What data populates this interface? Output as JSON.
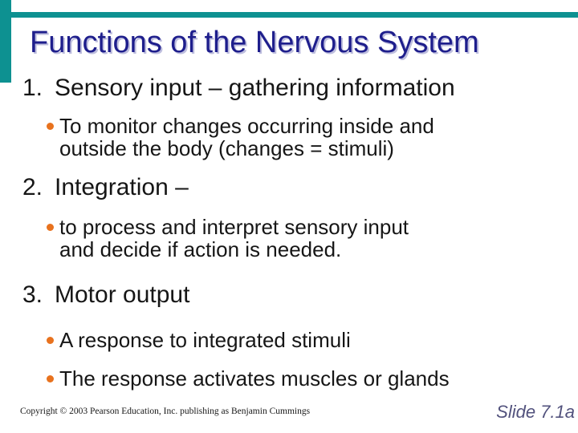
{
  "title": "Functions of the Nervous System",
  "colors": {
    "accent_teal": "#0d9191",
    "title_navy": "#1e1e8c",
    "title_shadow": "#bebede",
    "body_text": "#161616",
    "bullet_orange": "#e8721e",
    "slide_label_color": "#52527d"
  },
  "sections": [
    {
      "number": "1.",
      "heading": "Sensory input – gathering information",
      "bullets": [
        {
          "lines": [
            "To monitor changes occurring inside and",
            "outside the body (changes = stimuli)"
          ]
        }
      ]
    },
    {
      "number": "2.",
      "heading": "Integration –",
      "bullets": [
        {
          "lines": [
            "to process and interpret sensory input",
            "and decide if action is needed."
          ]
        }
      ]
    },
    {
      "number": "3.",
      "heading": "Motor output",
      "bullets": [
        {
          "lines": [
            "A response to integrated stimuli"
          ]
        },
        {
          "lines": [
            "The response activates muscles or glands"
          ]
        }
      ]
    }
  ],
  "footer": {
    "copyright": "Copyright © 2003 Pearson Education, Inc. publishing as Benjamin Cummings",
    "slide_label": "Slide 7.1a"
  }
}
